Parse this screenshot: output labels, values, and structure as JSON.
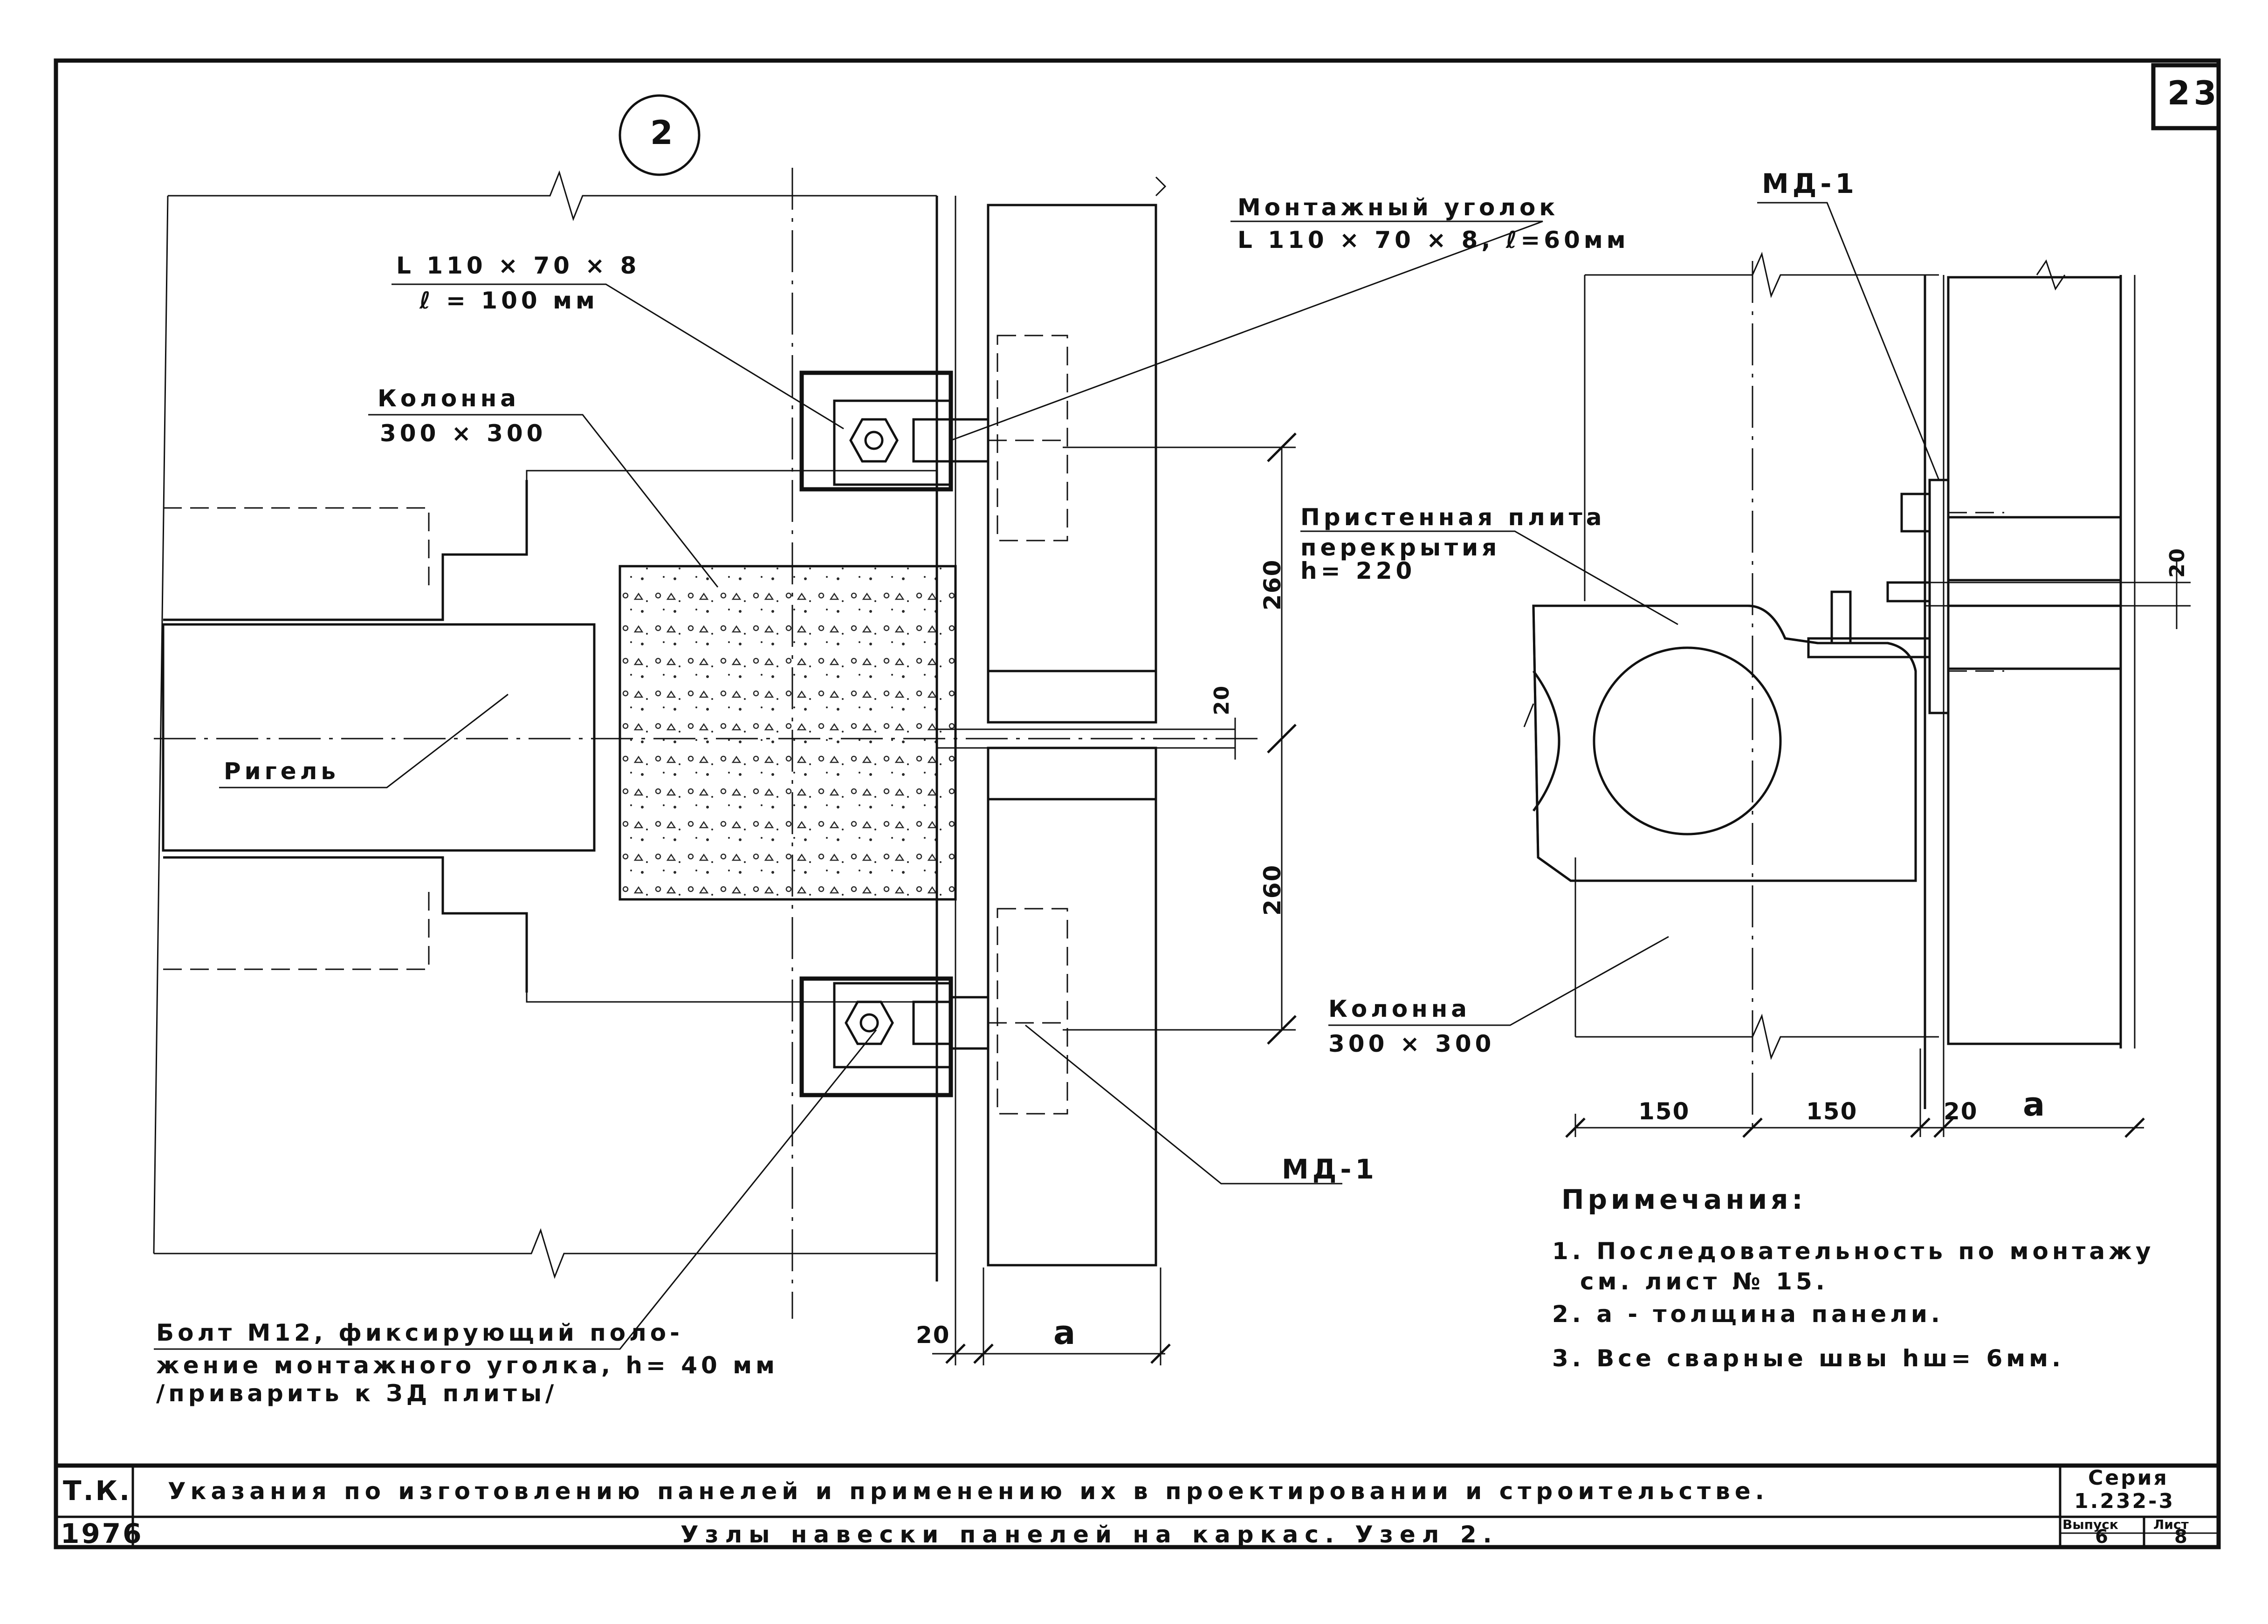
{
  "sheet_number": "23",
  "node_number": "2",
  "labels": {
    "angle_upper_1": "L 110 × 70 × 8",
    "angle_upper_2": "ℓ = 100 мм",
    "column_left_1": "Колонна",
    "column_left_2": "300 × 300",
    "rigel": "Ригель",
    "mount_angle_1": "Монтажный уголок",
    "mount_angle_2": "L 110 × 70 × 8, ℓ=60мм",
    "md1_top": "МД-1",
    "md1_bottom": "МД-1",
    "wall_slab_1": "Пристенная плита",
    "wall_slab_2": "перекрытия",
    "wall_slab_3": "h= 220",
    "column_right_1": "Колонна",
    "column_right_2": "300 × 300",
    "bolt_1": "Болт М12, фиксирующий поло-",
    "bolt_2": "жение монтажного уголка, h= 40 мм",
    "bolt_3": "/приварить к ЗД плиты/"
  },
  "dimensions": {
    "d260_top": "260",
    "d260_bottom": "260",
    "d20_mid": "20",
    "d20_left": "20",
    "a_left": "a",
    "d20_right_joint": "20",
    "d150_1": "150",
    "d150_2": "150",
    "d20_right": "20",
    "a_right": "a"
  },
  "notes": {
    "title": "Примечания:",
    "items": [
      "1. Последовательность по монтажу",
      "см. лист № 15.",
      "2. a - толщина панели.",
      "3. Все сварные швы hш= 6мм."
    ]
  },
  "title_block": {
    "org": "Т.К.",
    "year": "1976",
    "line1": "Указания по изготовлению панелей и применению их в проектировании и строительстве.",
    "line2": "Узлы навески панелей на каркас. Узел 2.",
    "series_label": "Серия",
    "series_value": "1.232-3",
    "issue_label": "Выпуск",
    "issue_value": "6",
    "sheet_label": "Лист",
    "sheet_value": "8"
  }
}
